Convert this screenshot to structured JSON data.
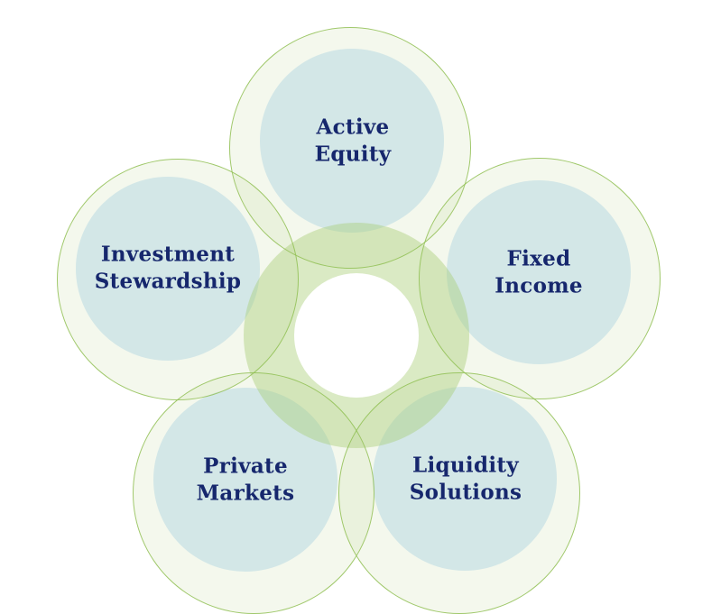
{
  "diagram": {
    "type": "flower-venn",
    "center": {
      "shape": "ring",
      "label": ""
    },
    "petals": [
      {
        "id": "active-equity",
        "label": "Active Equity",
        "lines": [
          "Active",
          "Equity"
        ]
      },
      {
        "id": "investment-stewardship",
        "label": "Investment Stewardship",
        "lines": [
          "Investment",
          "Stewardship"
        ]
      },
      {
        "id": "fixed-income",
        "label": "Fixed Income",
        "lines": [
          "Fixed",
          "Income"
        ]
      },
      {
        "id": "private-markets",
        "label": "Private Markets",
        "lines": [
          "Private",
          "Markets"
        ]
      },
      {
        "id": "liquidity-solutions",
        "label": "Liquidity Solutions",
        "lines": [
          "Liquidity",
          "Solutions"
        ]
      }
    ],
    "colors": {
      "petal_fill": "#d9ecf9",
      "center_fill": "rgba(167, 204, 114, 0.42)",
      "halo_fill": "rgba(167, 204, 114, 0.13)",
      "outline_stroke": "rgba(146, 193, 85, 0.85)",
      "label_text": "#16276d",
      "background": "#ffffff"
    }
  }
}
